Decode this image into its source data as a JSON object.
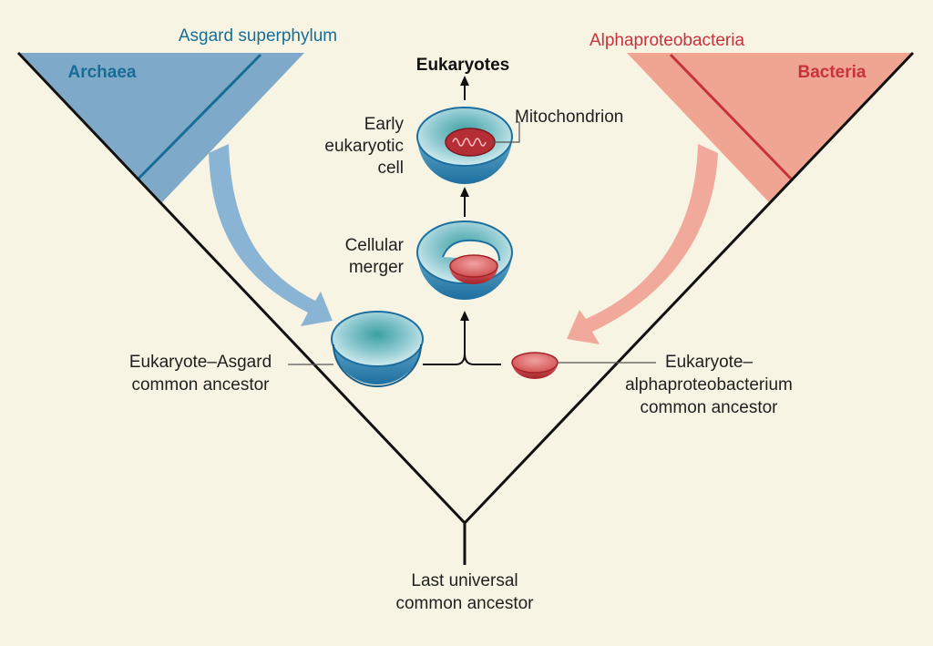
{
  "clades": {
    "archaea": "Archaea",
    "asgard": "Asgard superphylum",
    "bacteria": "Bacteria",
    "alphaproteobacteria": "Alphaproteobacteria"
  },
  "root": {
    "line1": "Last universal",
    "line2": "common ancestor"
  },
  "eukaryotes": "Eukaryotes",
  "stages": {
    "early_cell": [
      "Early",
      "eukaryotic",
      "cell"
    ],
    "mitochondrion": "Mitochondrion",
    "merger": [
      "Cellular",
      "merger"
    ]
  },
  "ancestors": {
    "asgard": [
      "Eukaryote–Asgard",
      "common ancestor"
    ],
    "alpha": [
      "Eukaryote–",
      "alphaproteobacterium",
      "common ancestor"
    ]
  },
  "colors": {
    "background": "#f8f4e4",
    "archaea_fill": "#7fa9c8",
    "archaea_line": "#166e96",
    "bacteria_fill": "#efa592",
    "bacteria_line": "#c7323d",
    "blue_arrow": "#8ab4d3",
    "red_arrow": "#f1a99b",
    "tree_line": "#111111"
  }
}
